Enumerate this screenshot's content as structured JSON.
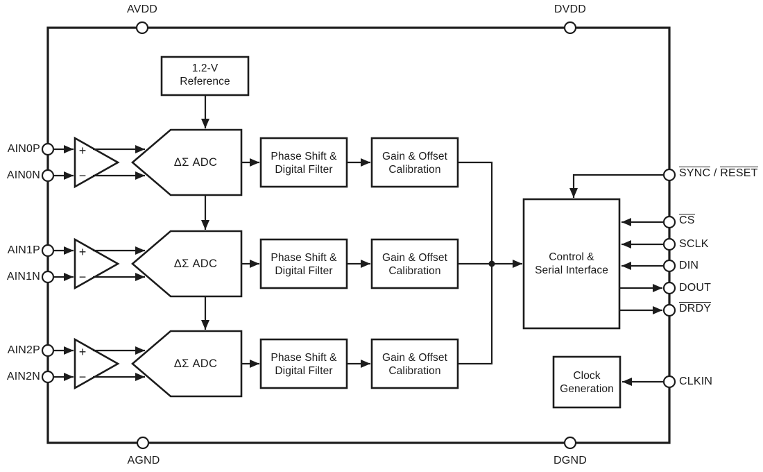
{
  "power_pins": {
    "avdd": "AVDD",
    "dvdd": "DVDD",
    "agnd": "AGND",
    "dgnd": "DGND"
  },
  "analog_inputs": [
    "AIN0P",
    "AIN0N",
    "AIN1P",
    "AIN1N",
    "AIN2P",
    "AIN2N"
  ],
  "digital_pins": {
    "sync": "SYNC",
    "sync_sep": " / ",
    "reset": "RESET",
    "cs": "CS",
    "sclk": "SCLK",
    "din": "DIN",
    "dout": "DOUT",
    "drdy": "DRDY",
    "clkin": "CLKIN"
  },
  "blocks": {
    "reference": {
      "line1": "1.2-V",
      "line2": "Reference"
    },
    "adc": {
      "label": "ΔΣ ADC"
    },
    "filter": {
      "line1": "Phase Shift &",
      "line2": "Digital Filter"
    },
    "calibration": {
      "line1": "Gain & Offset",
      "line2": "Calibration"
    },
    "control": {
      "line1": "Control &",
      "line2": "Serial Interface"
    },
    "clock": {
      "line1": "Clock",
      "line2": "Generation"
    }
  },
  "amplifier": {
    "plus": "+",
    "minus": "−"
  },
  "colors": {
    "line": "#1c1c1c",
    "background": "#ffffff"
  }
}
